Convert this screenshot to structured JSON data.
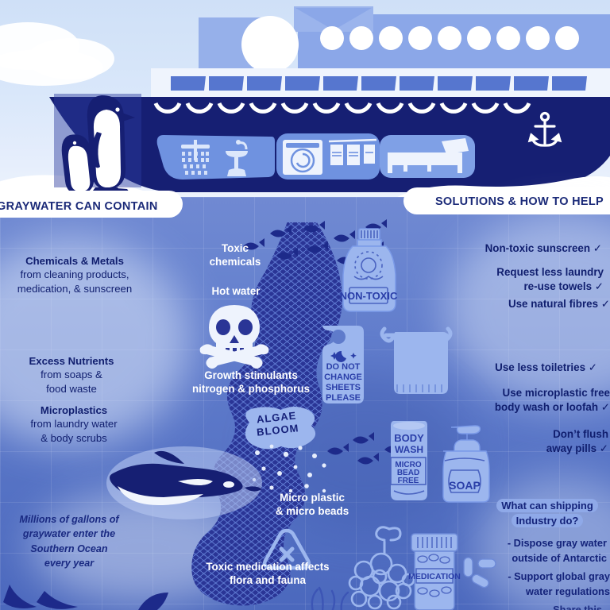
{
  "headings": {
    "left": "GRAYWATER CAN CONTAIN",
    "right": "SOLUTIONS & HOW TO HELP"
  },
  "left_column": [
    {
      "title": "Chemicals & Metals",
      "detail": "from cleaning products,\nmedication, & sunscreen"
    },
    {
      "title": "Excess Nutrients",
      "detail": "from soaps &\nfood waste"
    },
    {
      "title": "Microplastics",
      "detail": "from laundry water\n& body scrubs"
    }
  ],
  "left_stat": "Millions of gallons of\ngraywater enter the\nSouthern Ocean\nevery year",
  "center_labels": [
    "Toxic\nchemicals",
    "Hot water",
    "Growth stimulants\nnitrogen & phosphorus",
    "Micro plastic\n& micro beads",
    "Toxic medication affects\nflora and fauna"
  ],
  "algae_bloom_label": "ALGAE\nBLOOM",
  "solutions": [
    "Non-toxic sunscreen ✓",
    "Request less laundry\nre-use towels ✓",
    "Use natural fibres ✓",
    "Use less toiletries ✓",
    "Use microplastic free\nbody wash or loofah ✓",
    "Don’t flush\naway pills ✓"
  ],
  "shipping_question": "What can shipping\nIndustry do?",
  "shipping_points": [
    "- Dispose gray water\noutside of Antarctic",
    "- Support global gray\nwater regulations",
    "Share this"
  ],
  "product_labels": {
    "sunscreen": "NON-TOXIC",
    "door_hanger": "DO NOT\nCHANGE\nSHEETS\nPLEASE",
    "body_wash_top": "BODY\nWASH",
    "body_wash_badge": "MICRO\nBEAD\nFREE",
    "soap": "SOAP",
    "medication": "MEDICATION"
  },
  "icons": {
    "anchor": "anchor-icon",
    "skull": "skull-and-crossbones-icon",
    "hazard": "hazard-triangle-icon",
    "shower": "shower-icon",
    "sink": "sink-icon",
    "washing_machine": "washing-machine-icon",
    "laundry_line": "hanging-laundry-icon",
    "bed": "bed-icon",
    "penguin": "penguin-icon",
    "orca": "orca-icon",
    "fish": "fish-icon",
    "sun": "sun-icon",
    "towel": "towel-on-rack-icon",
    "pills": "pills-icon",
    "loofah": "loofah-icon",
    "moon": "moon-and-stars-icon"
  },
  "colors": {
    "deep_navy": "#161f73",
    "ocean_blue": "#5f7bcb",
    "sky_light": "#d7e5fa",
    "icon_blue": "#9cb6ee",
    "white": "#ffffff",
    "text_navy": "#101e6e",
    "pill_bg": "#8fa9e8"
  }
}
